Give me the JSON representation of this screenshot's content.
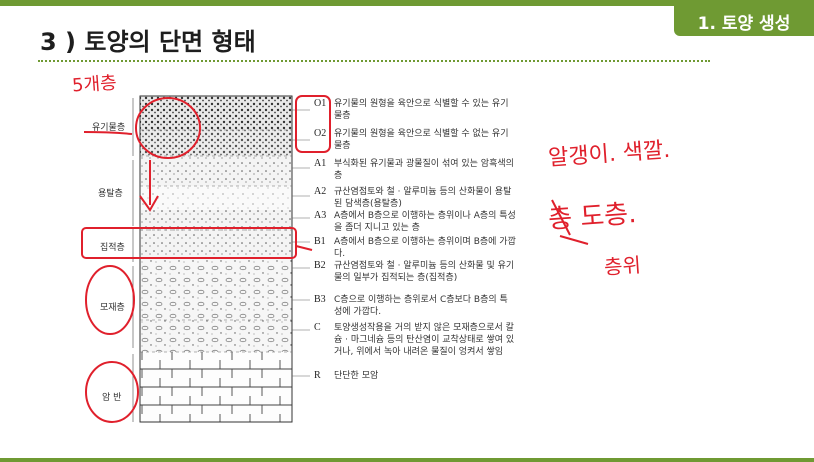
{
  "header": {
    "title": "3 ) 토양의 단면 형태",
    "section_tab": "1. 토양 생성"
  },
  "layers": [
    {
      "label": "유기물층"
    },
    {
      "label": "용탈층"
    },
    {
      "label": "집적층"
    },
    {
      "label": "모재층"
    },
    {
      "label": "암 반"
    }
  ],
  "horizons": [
    {
      "code": "O1",
      "desc": "유기물의 원형을 육안으로 식별할 수 있는 유기물층"
    },
    {
      "code": "O2",
      "desc": "유기물의 원형을 육안으로 식별할 수 없는 유기물층"
    },
    {
      "code": "A1",
      "desc": "부식화된 유기물과 광물질이 섞여 있는 암흑색의 층"
    },
    {
      "code": "A2",
      "desc": "규산염점토와 철 · 알루미늄 등의 산화물이 용탈된 담색층(용탈층)"
    },
    {
      "code": "A3",
      "desc": "A층에서 B층으로 이행하는 층위이나 A층의 특성을 좀더 지니고 있는 층"
    },
    {
      "code": "B1",
      "desc": "A층에서 B층으로 이행하는 층위이며 B층에 가깝다."
    },
    {
      "code": "B2",
      "desc": "규산염점토와 철 · 알루미늄 등의 산화물 및 유기물의 일부가 집적되는 층(집적층)"
    },
    {
      "code": "B3",
      "desc": "C층으로 이행하는 층위로서 C층보다 B층의 특성에 가깝다."
    },
    {
      "code": "C",
      "desc": "토양생성작용을 거의 받지 않은 모재층으로서 칼슘 · 마그네슘 등의 탄산염이 교착상태로 쌓여 있거나, 위에서 녹아 내려온 물질이 엉켜서 쌓임"
    },
    {
      "code": "R",
      "desc": "단단한 모암"
    }
  ],
  "notes": {
    "five_layers": "5개층",
    "line1": "알갱이. 색깔.",
    "line2": "층 도층.",
    "line3": "층위"
  },
  "colors": {
    "accent_green": "#6f9a33",
    "annotation_red": "#e0202c"
  }
}
